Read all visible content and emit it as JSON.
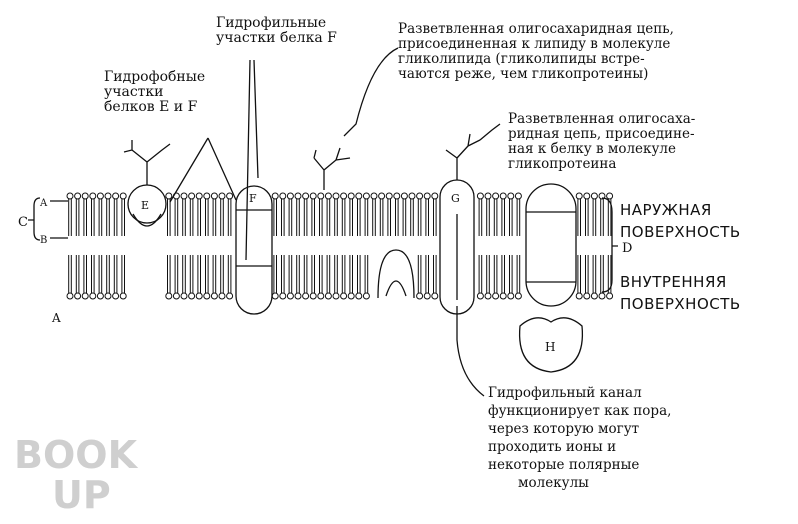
{
  "labels": {
    "hydrophilic_f": [
      "Гидрофильные",
      "участки белка  F"
    ],
    "hydrophobic_ef": [
      "Гидрофобные",
      "участки",
      "белков   E и F"
    ],
    "glycolipid": [
      "Разветвленная олигосахаридная цепь,",
      "присоединенная к липиду в молекуле",
      "гликолипида   (гликолипиды встре-",
      "чаются реже, чем гликопротеины)"
    ],
    "glycoprotein": [
      "Разветвленная олигосаха-",
      "ридная цепь, присоедине-",
      "ная к белку в молекуле",
      "гликопротеина"
    ],
    "outer_surface": [
      "НАРУЖНАЯ",
      "ПОВЕРХНОСТЬ"
    ],
    "inner_surface": [
      "ВНУТРЕННЯЯ",
      "ПОВЕРХНОСТЬ"
    ],
    "channel": [
      "Гидрофильный канал",
      "функционирует как пора,",
      "через которую могут",
      "проходить ионы и",
      "некоторые полярные",
      "молекулы"
    ]
  },
  "letters": {
    "a_top": "A",
    "b": "B",
    "c": "C",
    "d": "D",
    "a_bottom": "A",
    "e": "E",
    "f": "F",
    "g": "G",
    "h": "H"
  },
  "watermark": [
    "BOOK",
    "UP"
  ]
}
